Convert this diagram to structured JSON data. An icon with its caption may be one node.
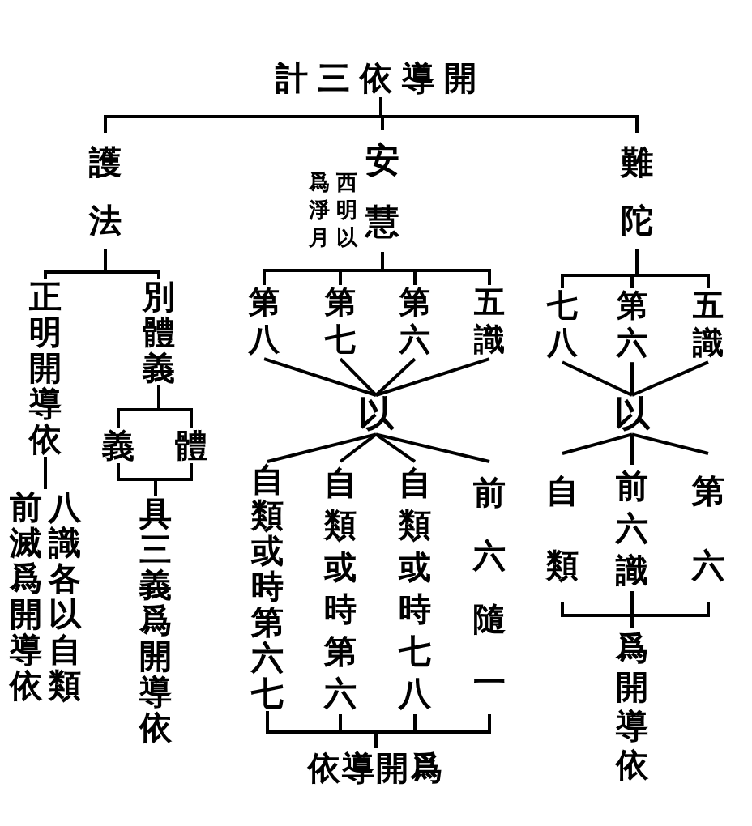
{
  "diagram": {
    "nodes": [
      {
        "text": [
          "計三依導開"
        ]
      },
      {
        "text": [
          "護法"
        ]
      },
      {
        "text": [
          "安慧"
        ],
        "beside": [
          "爲淨月",
          "西明以"
        ]
      },
      {
        "text": [
          "難陀"
        ]
      },
      {
        "text": [
          "正明開導依"
        ]
      },
      {
        "text": [
          "別體義"
        ]
      },
      {
        "text": [
          "前滅爲開導依",
          "八識各以自類"
        ]
      },
      {
        "text": [
          "義"
        ]
      },
      {
        "text": [
          "體"
        ]
      },
      {
        "text": [
          "具三義爲開導依"
        ]
      },
      {
        "text": [
          "第八"
        ]
      },
      {
        "text": [
          "第七"
        ]
      },
      {
        "text": [
          "第六"
        ]
      },
      {
        "text": [
          "五識"
        ]
      },
      {
        "text": [
          "以"
        ]
      },
      {
        "text": [
          "自類或時第六七"
        ]
      },
      {
        "text": [
          "自類或時第六"
        ]
      },
      {
        "text": [
          "自類或時七八"
        ]
      },
      {
        "text": [
          "前六隨一"
        ]
      },
      {
        "text": [
          "依導開爲"
        ]
      },
      {
        "text": [
          "七八"
        ]
      },
      {
        "text": [
          "第六"
        ]
      },
      {
        "text": [
          "五識"
        ]
      },
      {
        "text": [
          "以"
        ]
      },
      {
        "text": [
          "自類"
        ]
      },
      {
        "text": [
          "前六識"
        ]
      },
      {
        "text": [
          "第六"
        ]
      },
      {
        "text": [
          "爲開導依"
        ]
      }
    ],
    "edges": [
      {
        "from": 0,
        "to": 1,
        "arrow": "none"
      },
      {
        "from": 0,
        "to": 2,
        "arrow": "none"
      },
      {
        "from": 0,
        "to": 3,
        "arrow": "none"
      },
      {
        "from": 1,
        "to": 4,
        "arrow": "none"
      },
      {
        "from": 1,
        "to": 5,
        "arrow": "none"
      },
      {
        "from": 4,
        "to": 6,
        "arrow": "none"
      },
      {
        "from": 5,
        "to": 7,
        "arrow": "none"
      },
      {
        "from": 5,
        "to": 8,
        "arrow": "none"
      },
      {
        "from": 7,
        "to": 9,
        "arrow": "none"
      },
      {
        "from": 8,
        "to": 9,
        "arrow": "none"
      },
      {
        "from": 2,
        "to": 10,
        "arrow": "none"
      },
      {
        "from": 2,
        "to": 11,
        "arrow": "none"
      },
      {
        "from": 2,
        "to": 12,
        "arrow": "none"
      },
      {
        "from": 2,
        "to": 13,
        "arrow": "none"
      },
      {
        "from": 10,
        "to": 14,
        "arrow": "none"
      },
      {
        "from": 11,
        "to": 14,
        "arrow": "none"
      },
      {
        "from": 12,
        "to": 14,
        "arrow": "none"
      },
      {
        "from": 13,
        "to": 14,
        "arrow": "none"
      },
      {
        "from": 14,
        "to": 15,
        "arrow": "none"
      },
      {
        "from": 14,
        "to": 16,
        "arrow": "none"
      },
      {
        "from": 14,
        "to": 17,
        "arrow": "none"
      },
      {
        "from": 14,
        "to": 18,
        "arrow": "none"
      },
      {
        "from": 15,
        "to": 19,
        "arrow": "none"
      },
      {
        "from": 16,
        "to": 19,
        "arrow": "none"
      },
      {
        "from": 17,
        "to": 19,
        "arrow": "none"
      },
      {
        "from": 18,
        "to": 19,
        "arrow": "none"
      },
      {
        "from": 3,
        "to": 20,
        "arrow": "none"
      },
      {
        "from": 3,
        "to": 21,
        "arrow": "none"
      },
      {
        "from": 3,
        "to": 22,
        "arrow": "none"
      },
      {
        "from": 20,
        "to": 23,
        "arrow": "none"
      },
      {
        "from": 21,
        "to": 23,
        "arrow": "none"
      },
      {
        "from": 22,
        "to": 23,
        "arrow": "none"
      },
      {
        "from": 23,
        "to": 24,
        "arrow": "none"
      },
      {
        "from": 23,
        "to": 25,
        "arrow": "none"
      },
      {
        "from": 23,
        "to": 26,
        "arrow": "none"
      },
      {
        "from": 24,
        "to": 27,
        "arrow": "none"
      },
      {
        "from": 25,
        "to": 27,
        "arrow": "none"
      },
      {
        "from": 26,
        "to": 27,
        "arrow": "none"
      }
    ]
  }
}
